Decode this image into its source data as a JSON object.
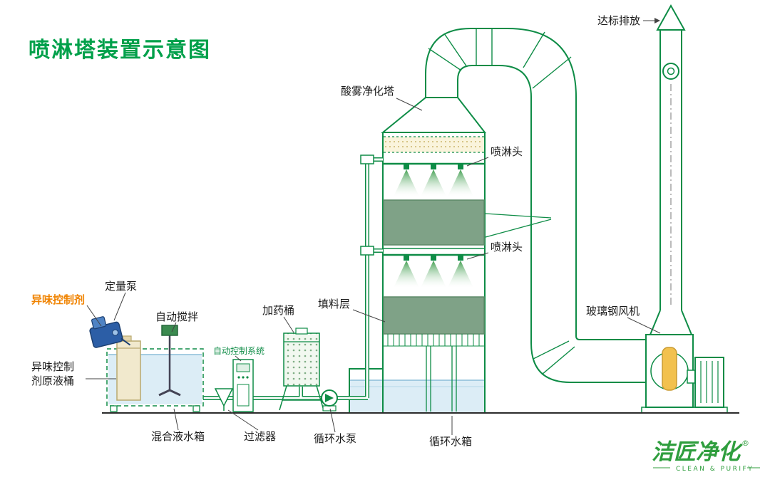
{
  "title": "喷淋塔装置示意图",
  "labels": {
    "discharge": "达标排放",
    "tower": "酸雾净化塔",
    "spray_head_top": "喷淋头",
    "spray_head_bottom": "喷淋头",
    "packing_layer": "填料层",
    "frp_fan": "玻璃钢风机",
    "metering_pump": "定量泵",
    "odor_control_agent": "异味控制剂",
    "stock_barrel_line1": "异味控制",
    "stock_barrel_line2": "剂原液桶",
    "auto_stirrer": "自动搅拌",
    "dosing_barrel": "加药桶",
    "auto_control_system": "自动控制系统",
    "mixing_tank": "混合液水箱",
    "filter": "过滤器",
    "circulating_pump": "循环水泵",
    "circulating_tank": "循环水箱"
  },
  "logo": {
    "name": "洁匠净化",
    "registered_mark": "®",
    "tagline": "CLEAN & PURIFY"
  },
  "colors": {
    "title_green": "#00a04a",
    "line_green": "#0e8c46",
    "packing_green": "#7fa287",
    "spray_green": "#3f9d4e",
    "water_blue": "#dcedf6",
    "accent_orange": "#f08300",
    "pump_blue": "#2c5ea6",
    "fan_yellow": "#f2c14e",
    "logo_green": "#2f9e3e"
  }
}
